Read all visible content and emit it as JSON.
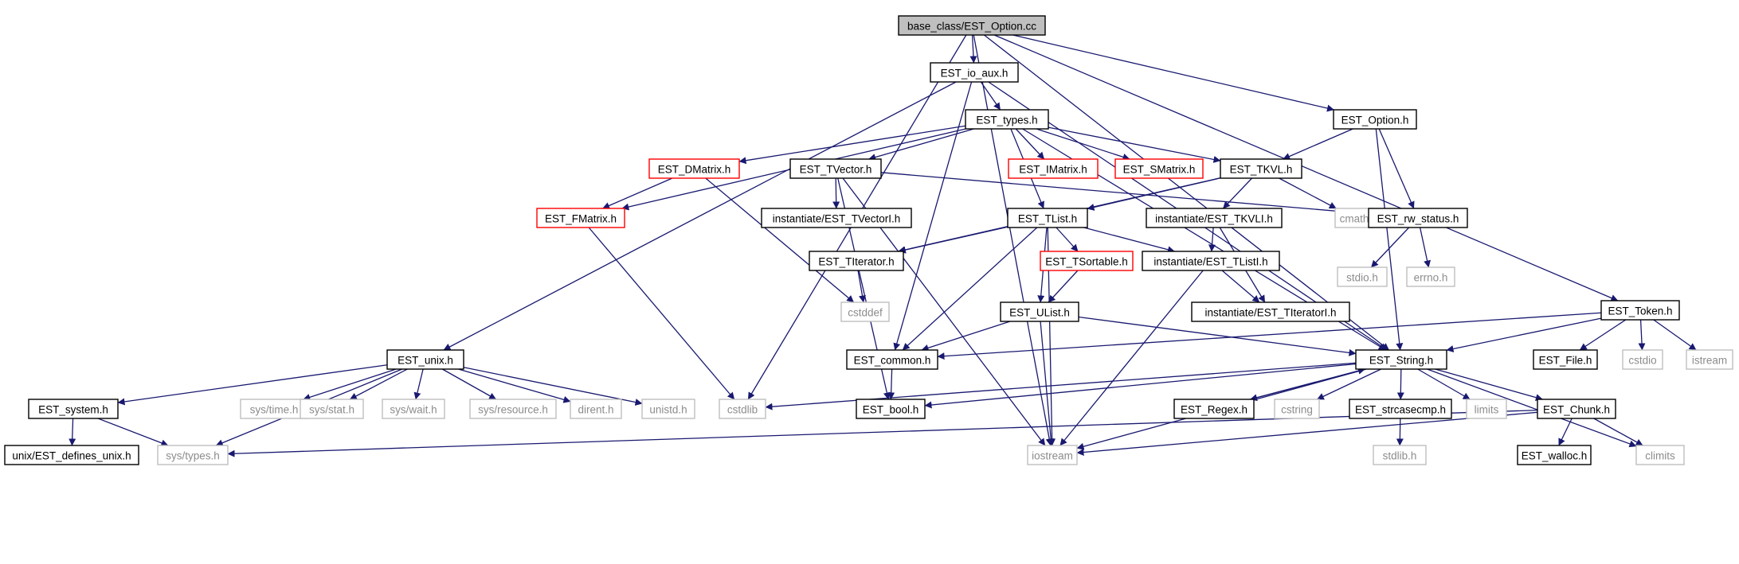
{
  "colors": {
    "edge": "#191970",
    "box_normal": "#000000",
    "box_truncated": "#ff0000",
    "box_external": "#bfbfbf",
    "text_normal": "#000000",
    "text_external": "#8c8c8c",
    "root_fill": "#bfbfbf"
  },
  "graph": {
    "nodes": [
      {
        "id": "root",
        "label": "base_class/EST_Option.cc",
        "style": "root"
      },
      {
        "id": "io_aux",
        "label": "EST_io_aux.h",
        "style": "normal"
      },
      {
        "id": "types",
        "label": "EST_types.h",
        "style": "normal"
      },
      {
        "id": "option_h",
        "label": "EST_Option.h",
        "style": "normal"
      },
      {
        "id": "dmatrix",
        "label": "EST_DMatrix.h",
        "style": "truncated"
      },
      {
        "id": "tvector",
        "label": "EST_TVector.h",
        "style": "normal"
      },
      {
        "id": "imatrix",
        "label": "EST_IMatrix.h",
        "style": "truncated"
      },
      {
        "id": "smatrix",
        "label": "EST_SMatrix.h",
        "style": "truncated"
      },
      {
        "id": "tkvl",
        "label": "EST_TKVL.h",
        "style": "normal"
      },
      {
        "id": "fmatrix",
        "label": "EST_FMatrix.h",
        "style": "truncated"
      },
      {
        "id": "tvectori",
        "label": "instantiate/EST_TVectorI.h",
        "style": "normal"
      },
      {
        "id": "tlist",
        "label": "EST_TList.h",
        "style": "normal"
      },
      {
        "id": "tkvli",
        "label": "instantiate/EST_TKVLI.h",
        "style": "normal"
      },
      {
        "id": "cmath",
        "label": "cmath",
        "style": "external"
      },
      {
        "id": "rw_status",
        "label": "EST_rw_status.h",
        "style": "normal"
      },
      {
        "id": "titerator",
        "label": "EST_TIterator.h",
        "style": "normal"
      },
      {
        "id": "tsortable",
        "label": "EST_TSortable.h",
        "style": "truncated"
      },
      {
        "id": "tlisti",
        "label": "instantiate/EST_TListI.h",
        "style": "normal"
      },
      {
        "id": "stdio_h",
        "label": "stdio.h",
        "style": "external"
      },
      {
        "id": "errno_h",
        "label": "errno.h",
        "style": "external"
      },
      {
        "id": "cstddef",
        "label": "cstddef",
        "style": "external"
      },
      {
        "id": "ulist",
        "label": "EST_UList.h",
        "style": "normal"
      },
      {
        "id": "titeratori",
        "label": "instantiate/EST_TIteratorI.h",
        "style": "normal"
      },
      {
        "id": "token",
        "label": "EST_Token.h",
        "style": "normal"
      },
      {
        "id": "unix_h",
        "label": "EST_unix.h",
        "style": "normal"
      },
      {
        "id": "common",
        "label": "EST_common.h",
        "style": "normal"
      },
      {
        "id": "string",
        "label": "EST_String.h",
        "style": "normal"
      },
      {
        "id": "file_h",
        "label": "EST_File.h",
        "style": "normal"
      },
      {
        "id": "cstdio",
        "label": "cstdio",
        "style": "external"
      },
      {
        "id": "istream",
        "label": "istream",
        "style": "external"
      },
      {
        "id": "system",
        "label": "EST_system.h",
        "style": "normal"
      },
      {
        "id": "systime",
        "label": "sys/time.h",
        "style": "external"
      },
      {
        "id": "sysstat",
        "label": "sys/stat.h",
        "style": "external"
      },
      {
        "id": "syswait",
        "label": "sys/wait.h",
        "style": "external"
      },
      {
        "id": "sysres",
        "label": "sys/resource.h",
        "style": "external"
      },
      {
        "id": "dirent",
        "label": "dirent.h",
        "style": "external"
      },
      {
        "id": "unistd",
        "label": "unistd.h",
        "style": "external"
      },
      {
        "id": "cstdlib",
        "label": "cstdlib",
        "style": "external"
      },
      {
        "id": "bool",
        "label": "EST_bool.h",
        "style": "normal"
      },
      {
        "id": "regex",
        "label": "EST_Regex.h",
        "style": "normal"
      },
      {
        "id": "cstring",
        "label": "cstring",
        "style": "external"
      },
      {
        "id": "strcasecmp",
        "label": "EST_strcasecmp.h",
        "style": "normal"
      },
      {
        "id": "limits",
        "label": "limits",
        "style": "external"
      },
      {
        "id": "chunk",
        "label": "EST_Chunk.h",
        "style": "normal"
      },
      {
        "id": "defines_unix",
        "label": "unix/EST_defines_unix.h",
        "style": "normal"
      },
      {
        "id": "systypes",
        "label": "sys/types.h",
        "style": "external"
      },
      {
        "id": "iostream",
        "label": "iostream",
        "style": "external"
      },
      {
        "id": "stdlib_h",
        "label": "stdlib.h",
        "style": "external"
      },
      {
        "id": "walloc",
        "label": "EST_walloc.h",
        "style": "normal"
      },
      {
        "id": "climits",
        "label": "climits",
        "style": "external"
      }
    ],
    "edges": [
      [
        "root",
        "io_aux"
      ],
      [
        "root",
        "option_h"
      ],
      [
        "root",
        "token"
      ],
      [
        "root",
        "string"
      ],
      [
        "root",
        "iostream"
      ],
      [
        "root",
        "cstdlib"
      ],
      [
        "io_aux",
        "types"
      ],
      [
        "io_aux",
        "unix_h"
      ],
      [
        "io_aux",
        "common"
      ],
      [
        "io_aux",
        "string"
      ],
      [
        "types",
        "dmatrix"
      ],
      [
        "types",
        "fmatrix"
      ],
      [
        "types",
        "tvector"
      ],
      [
        "types",
        "imatrix"
      ],
      [
        "types",
        "smatrix"
      ],
      [
        "types",
        "tkvl"
      ],
      [
        "types",
        "tlist"
      ],
      [
        "types",
        "string"
      ],
      [
        "option_h",
        "tkvl"
      ],
      [
        "option_h",
        "rw_status"
      ],
      [
        "option_h",
        "string"
      ],
      [
        "dmatrix",
        "fmatrix"
      ],
      [
        "dmatrix",
        "cstddef"
      ],
      [
        "tvector",
        "tvectori"
      ],
      [
        "tvector",
        "rw_status"
      ],
      [
        "tvector",
        "bool"
      ],
      [
        "tvector",
        "iostream"
      ],
      [
        "fmatrix",
        "cstdlib"
      ],
      [
        "tkvl",
        "tlist"
      ],
      [
        "tkvl",
        "tkvli"
      ],
      [
        "tkvl",
        "cmath"
      ],
      [
        "tkvl",
        "titerator"
      ],
      [
        "tlist",
        "titerator"
      ],
      [
        "tlist",
        "tsortable"
      ],
      [
        "tlist",
        "tlisti"
      ],
      [
        "tlist",
        "ulist"
      ],
      [
        "tlist",
        "common"
      ],
      [
        "tlist",
        "iostream"
      ],
      [
        "tkvli",
        "tlisti"
      ],
      [
        "tkvli",
        "titeratori"
      ],
      [
        "rw_status",
        "stdio_h"
      ],
      [
        "rw_status",
        "errno_h"
      ],
      [
        "titerator",
        "cstddef"
      ],
      [
        "tsortable",
        "ulist"
      ],
      [
        "tlisti",
        "titeratori"
      ],
      [
        "tlisti",
        "iostream"
      ],
      [
        "ulist",
        "common"
      ],
      [
        "ulist",
        "string"
      ],
      [
        "ulist",
        "iostream"
      ],
      [
        "token",
        "common"
      ],
      [
        "token",
        "string"
      ],
      [
        "token",
        "file_h"
      ],
      [
        "token",
        "cstdio"
      ],
      [
        "token",
        "istream"
      ],
      [
        "common",
        "bool"
      ],
      [
        "unix_h",
        "system"
      ],
      [
        "unix_h",
        "systime"
      ],
      [
        "unix_h",
        "sysstat"
      ],
      [
        "unix_h",
        "syswait"
      ],
      [
        "unix_h",
        "sysres"
      ],
      [
        "unix_h",
        "dirent"
      ],
      [
        "unix_h",
        "unistd"
      ],
      [
        "unix_h",
        "systypes"
      ],
      [
        "string",
        "cstdlib"
      ],
      [
        "string",
        "bool"
      ],
      [
        "string",
        "regex"
      ],
      [
        "string",
        "cstring"
      ],
      [
        "string",
        "strcasecmp"
      ],
      [
        "string",
        "limits"
      ],
      [
        "string",
        "chunk"
      ],
      [
        "string",
        "climits"
      ],
      [
        "string",
        "iostream"
      ],
      [
        "regex",
        "string"
      ],
      [
        "system",
        "defines_unix"
      ],
      [
        "system",
        "systypes"
      ],
      [
        "strcasecmp",
        "stdlib_h"
      ],
      [
        "chunk",
        "walloc"
      ],
      [
        "chunk",
        "climits"
      ],
      [
        "chunk",
        "iostream"
      ],
      [
        "chunk",
        "systypes"
      ]
    ]
  }
}
